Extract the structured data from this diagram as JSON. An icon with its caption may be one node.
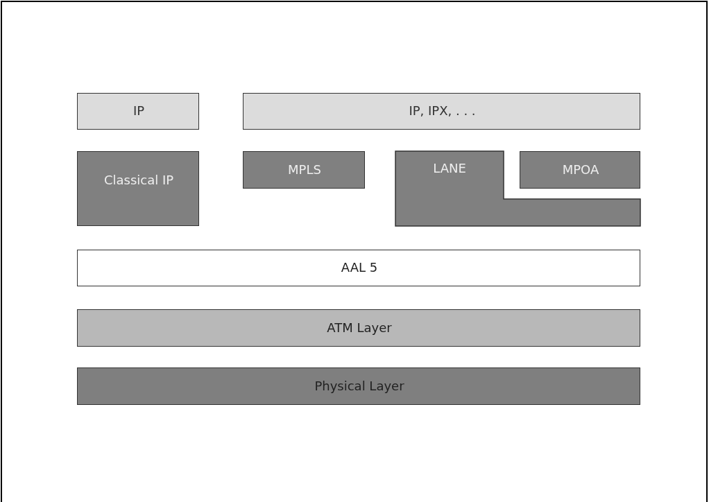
{
  "diagram": {
    "nodes": [
      {
        "text": [
          "IP"
        ]
      },
      {
        "text": [
          "IP, IPX, . . ."
        ]
      },
      {
        "text": [
          "Classical IP"
        ]
      },
      {
        "text": [
          "MPLS"
        ]
      },
      {
        "text": [
          "LANE"
        ]
      },
      {
        "text": [
          "MPOA"
        ]
      },
      {
        "text": [
          "AAL 5"
        ]
      },
      {
        "text": [
          "ATM Layer"
        ]
      },
      {
        "text": [
          "Physical Layer"
        ]
      }
    ]
  }
}
